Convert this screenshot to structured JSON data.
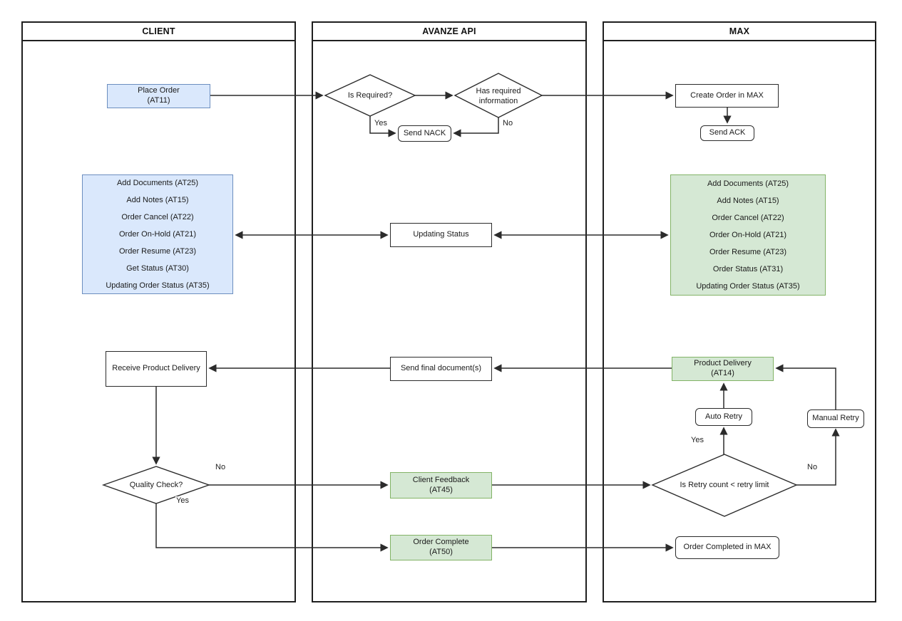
{
  "lanes": [
    {
      "title": "CLIENT"
    },
    {
      "title": "AVANZE API"
    },
    {
      "title": "MAX"
    }
  ],
  "nodes": {
    "place_order": {
      "label": "Place Order",
      "sub": "(AT11)"
    },
    "is_required": {
      "label": "Is Required?"
    },
    "has_required_info": {
      "line1": "Has required",
      "line2": "information"
    },
    "send_nack": {
      "label": "Send NACK"
    },
    "create_order_in_max": {
      "label": "Create Order in MAX"
    },
    "send_ack": {
      "label": "Send ACK"
    },
    "client_actions": {
      "items": [
        "Add Documents (AT25)",
        "Add Notes (AT15)",
        "Order Cancel (AT22)",
        "Order On-Hold (AT21)",
        "Order Resume (AT23)",
        "Get Status (AT30)",
        "Updating Order Status (AT35)"
      ]
    },
    "updating_status": {
      "label": "Updating Status"
    },
    "max_actions": {
      "items": [
        "Add Documents (AT25)",
        "Add Notes (AT15)",
        "Order Cancel (AT22)",
        "Order On-Hold (AT21)",
        "Order Resume (AT23)",
        "Order Status (AT31)",
        "Updating Order Status (AT35)"
      ]
    },
    "receive_product_delivery": {
      "label": "Receive Product Delivery"
    },
    "send_final_documents": {
      "label": "Send final document(s)"
    },
    "product_delivery": {
      "label": "Product Delivery",
      "sub": "(AT14)"
    },
    "auto_retry": {
      "label": "Auto Retry"
    },
    "manual_retry": {
      "label": "Manual Retry"
    },
    "quality_check": {
      "label": "Quality Check?"
    },
    "client_feedback": {
      "label": "Client Feedback",
      "sub": "(AT45)"
    },
    "retry_check": {
      "label": "Is Retry count < retry limit"
    },
    "order_complete": {
      "label": "Order Complete",
      "sub": "(AT50)"
    },
    "order_completed_in_max": {
      "label": "Order Completed in MAX"
    }
  },
  "edge_labels": {
    "is_required_yes": "Yes",
    "has_info_no": "No",
    "quality_no": "No",
    "quality_yes": "Yes",
    "retry_yes": "Yes",
    "retry_no": "No"
  },
  "colors": {
    "client_fill": "#dae8fc",
    "client_stroke": "#6c8ebf",
    "max_fill": "#d5e8d4",
    "max_stroke": "#82b366"
  }
}
